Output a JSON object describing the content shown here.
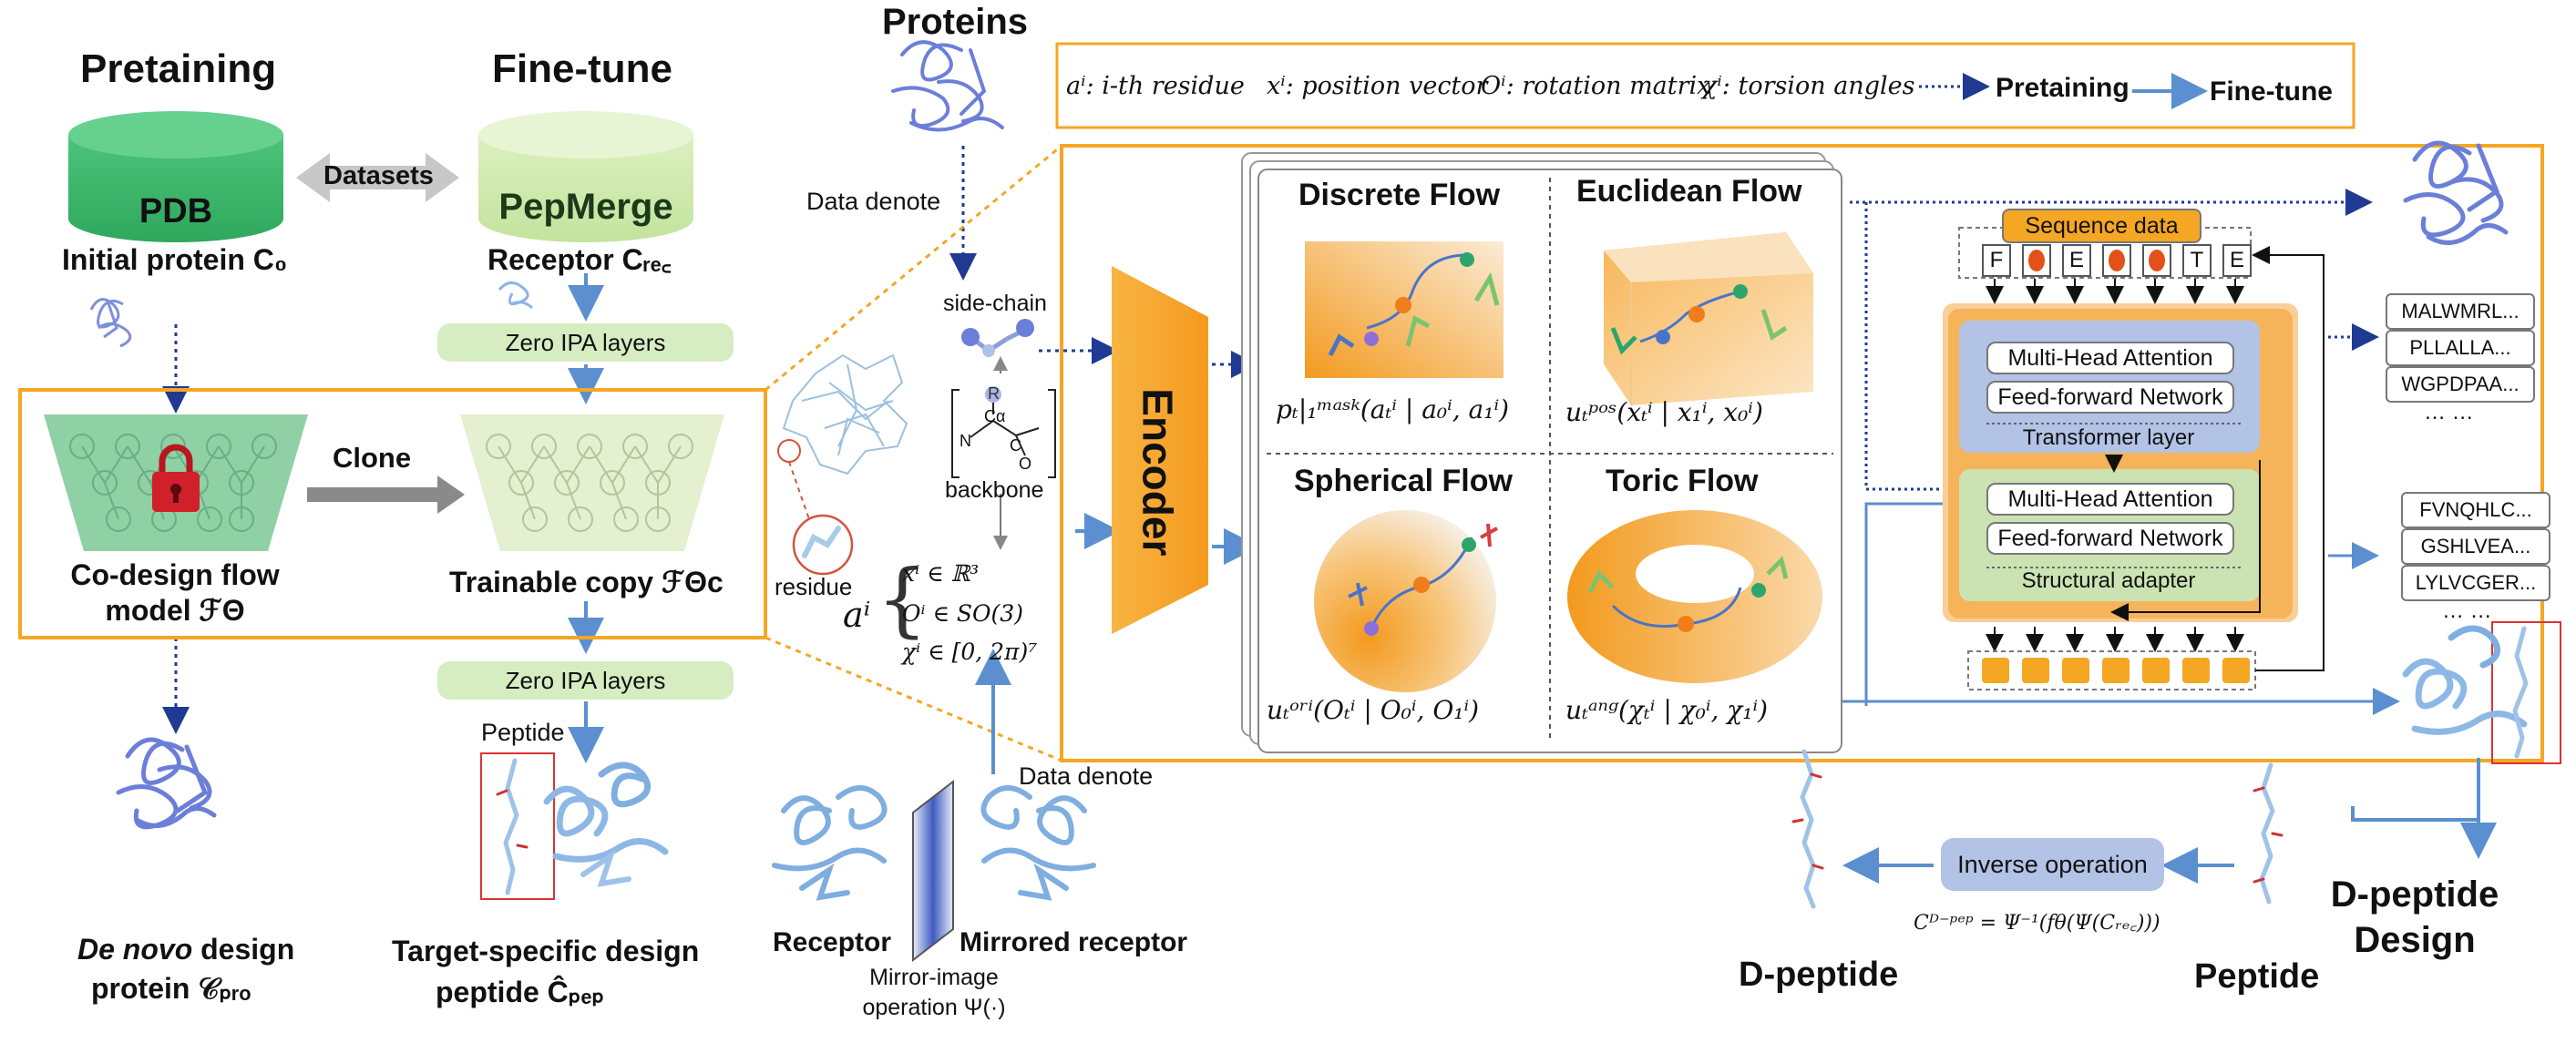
{
  "left": {
    "pretraining_title": "Pretaining",
    "finetune_title": "Fine-tune",
    "pdb_label": "PDB",
    "pepmerge_label": "PepMerge",
    "datasets_label": "Datasets",
    "initial_protein": "Initial protein C₀",
    "receptor": "Receptor Cᵣₑ꜀",
    "zero_ipa_1": "Zero IPA layers",
    "zero_ipa_2": "Zero IPA layers",
    "clone": "Clone",
    "codesign_line1": "Co-design flow",
    "codesign_line2": "model ℱΘ",
    "trainable_copy": "Trainable copy ℱΘc",
    "peptide": "Peptide",
    "denovo_line1_italic": "De novo",
    "denovo_line1_rest": " design",
    "denovo_line2": "protein 𝒞ₚᵣₒ",
    "target_line1": "Target-specific design",
    "target_line2": "peptide Ĉₚₑₚ"
  },
  "middle": {
    "proteins_title": "Proteins",
    "data_denote_top": "Data denote",
    "side_chain": "side-chain",
    "backbone": "backbone",
    "residue": "residue",
    "atom_R": "R",
    "atom_N": "N",
    "atom_Ca": "Cα",
    "atom_C": "C",
    "atom_O": "O",
    "residue_symbol": "aⁱ",
    "formula_1": "xⁱ ∈ ℝ³",
    "formula_2": "Oⁱ ∈ SO(3)",
    "formula_3": "χⁱ ∈ [0, 2π)⁷",
    "data_denote_bottom": "Data denote",
    "receptor": "Receptor",
    "mirrored_receptor": "Mirrored receptor",
    "mirror_op_line1": "Mirror-image",
    "mirror_op_line2": "operation Ψ(·)"
  },
  "legend": {
    "residue_text": "aⁱ: i-th residue",
    "position_text": "xⁱ: position vector",
    "rotation_text": "Oⁱ: rotation matrix",
    "torsion_text": "χⁱ: torsion angles",
    "pretraining": "Pretaining",
    "finetune": "Fine-tune"
  },
  "encoder": {
    "label": "Encoder"
  },
  "flows": {
    "discrete": {
      "title": "Discrete Flow",
      "formula": "pₜ|₁ᵐᵃˢᵏ(aₜⁱ | a₀ⁱ, a₁ⁱ)"
    },
    "euclidean": {
      "title": "Euclidean Flow",
      "formula": "uₜᵖᵒˢ(xₜⁱ | x₁ⁱ, x₀ⁱ)"
    },
    "spherical": {
      "title": "Spherical Flow",
      "formula": "uₜᵒʳⁱ(Oₜⁱ | O₀ⁱ, O₁ⁱ)"
    },
    "toric": {
      "title": "Toric  Flow",
      "formula": "uₜᵃⁿᵍ(χₜⁱ | χ₀ⁱ, χ₁ⁱ)"
    }
  },
  "right": {
    "sequence_data": "Sequence data",
    "tokens": [
      "F",
      "",
      "E",
      "",
      "",
      "T",
      "E"
    ],
    "mha_1": "Multi-Head Attention",
    "ffn_1": "Feed-forward Network",
    "transformer_layer": "Transformer layer",
    "mha_2": "Multi-Head Attention",
    "ffn_2": "Feed-forward Network",
    "structural_adapter": "Structural adapter",
    "seq_group1": [
      "MALWMRL...",
      "PLLALLA...",
      "WGPDPAA..."
    ],
    "seq_group2": [
      "FVNQHLC...",
      "GSHLVEA...",
      "LYLVCGER..."
    ],
    "ellipsis": "… …"
  },
  "bottom": {
    "inverse_operation": "Inverse operation",
    "inverse_formula": "Cᴰ⁻ᵖᵉᵖ = Ψ⁻¹(fθ(Ψ(Cᵣₑ꜀)))",
    "d_peptide": "D-peptide",
    "peptide": "Peptide",
    "dpeptide_design_line1": "D-peptide",
    "dpeptide_design_line2": "Design"
  },
  "colors": {
    "orange": "#F5A623",
    "orange_dark": "#E8841A",
    "pdb_green": "#3DB56B",
    "pepmerge_green": "#C9E6A6",
    "blue_arrow": "#5B8FD0",
    "dark_blue": "#1F3A93",
    "protein_blue": "#6C7FD8",
    "gray": "#888888"
  }
}
